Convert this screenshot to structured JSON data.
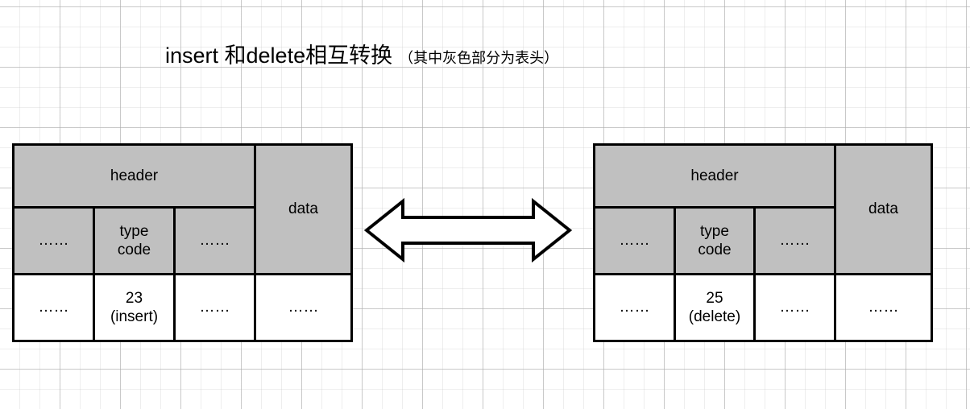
{
  "diagram": {
    "title_main": "insert 和delete相互转换",
    "title_note": "（其中灰色部分为表头）",
    "ellipsis": "……",
    "colors": {
      "header_fill": "#c0c0c0",
      "data_fill": "#ffffff",
      "border": "#000000",
      "grid_minor": "#f0f0f0",
      "grid_major": "#d8d8d8",
      "text": "#000000"
    },
    "arrow": {
      "name": "double-headed-arrow",
      "direction": "both",
      "fill": "#ffffff",
      "stroke": "#000000"
    },
    "tables": [
      {
        "id": "left",
        "header_label": "header",
        "data_label": "data",
        "sub_headers": [
          "……",
          "type\ncode",
          "……"
        ],
        "sub_header_type_line1": "type",
        "sub_header_type_line2": "code",
        "row": {
          "col1": "……",
          "type_code_number": "23",
          "type_code_label": "(insert)",
          "col3": "……",
          "data": "……"
        }
      },
      {
        "id": "right",
        "header_label": "header",
        "data_label": "data",
        "sub_headers": [
          "……",
          "type\ncode",
          "……"
        ],
        "sub_header_type_line1": "type",
        "sub_header_type_line2": "code",
        "row": {
          "col1": "……",
          "type_code_number": "25",
          "type_code_label": "(delete)",
          "col3": "……",
          "data": "……"
        }
      }
    ]
  }
}
